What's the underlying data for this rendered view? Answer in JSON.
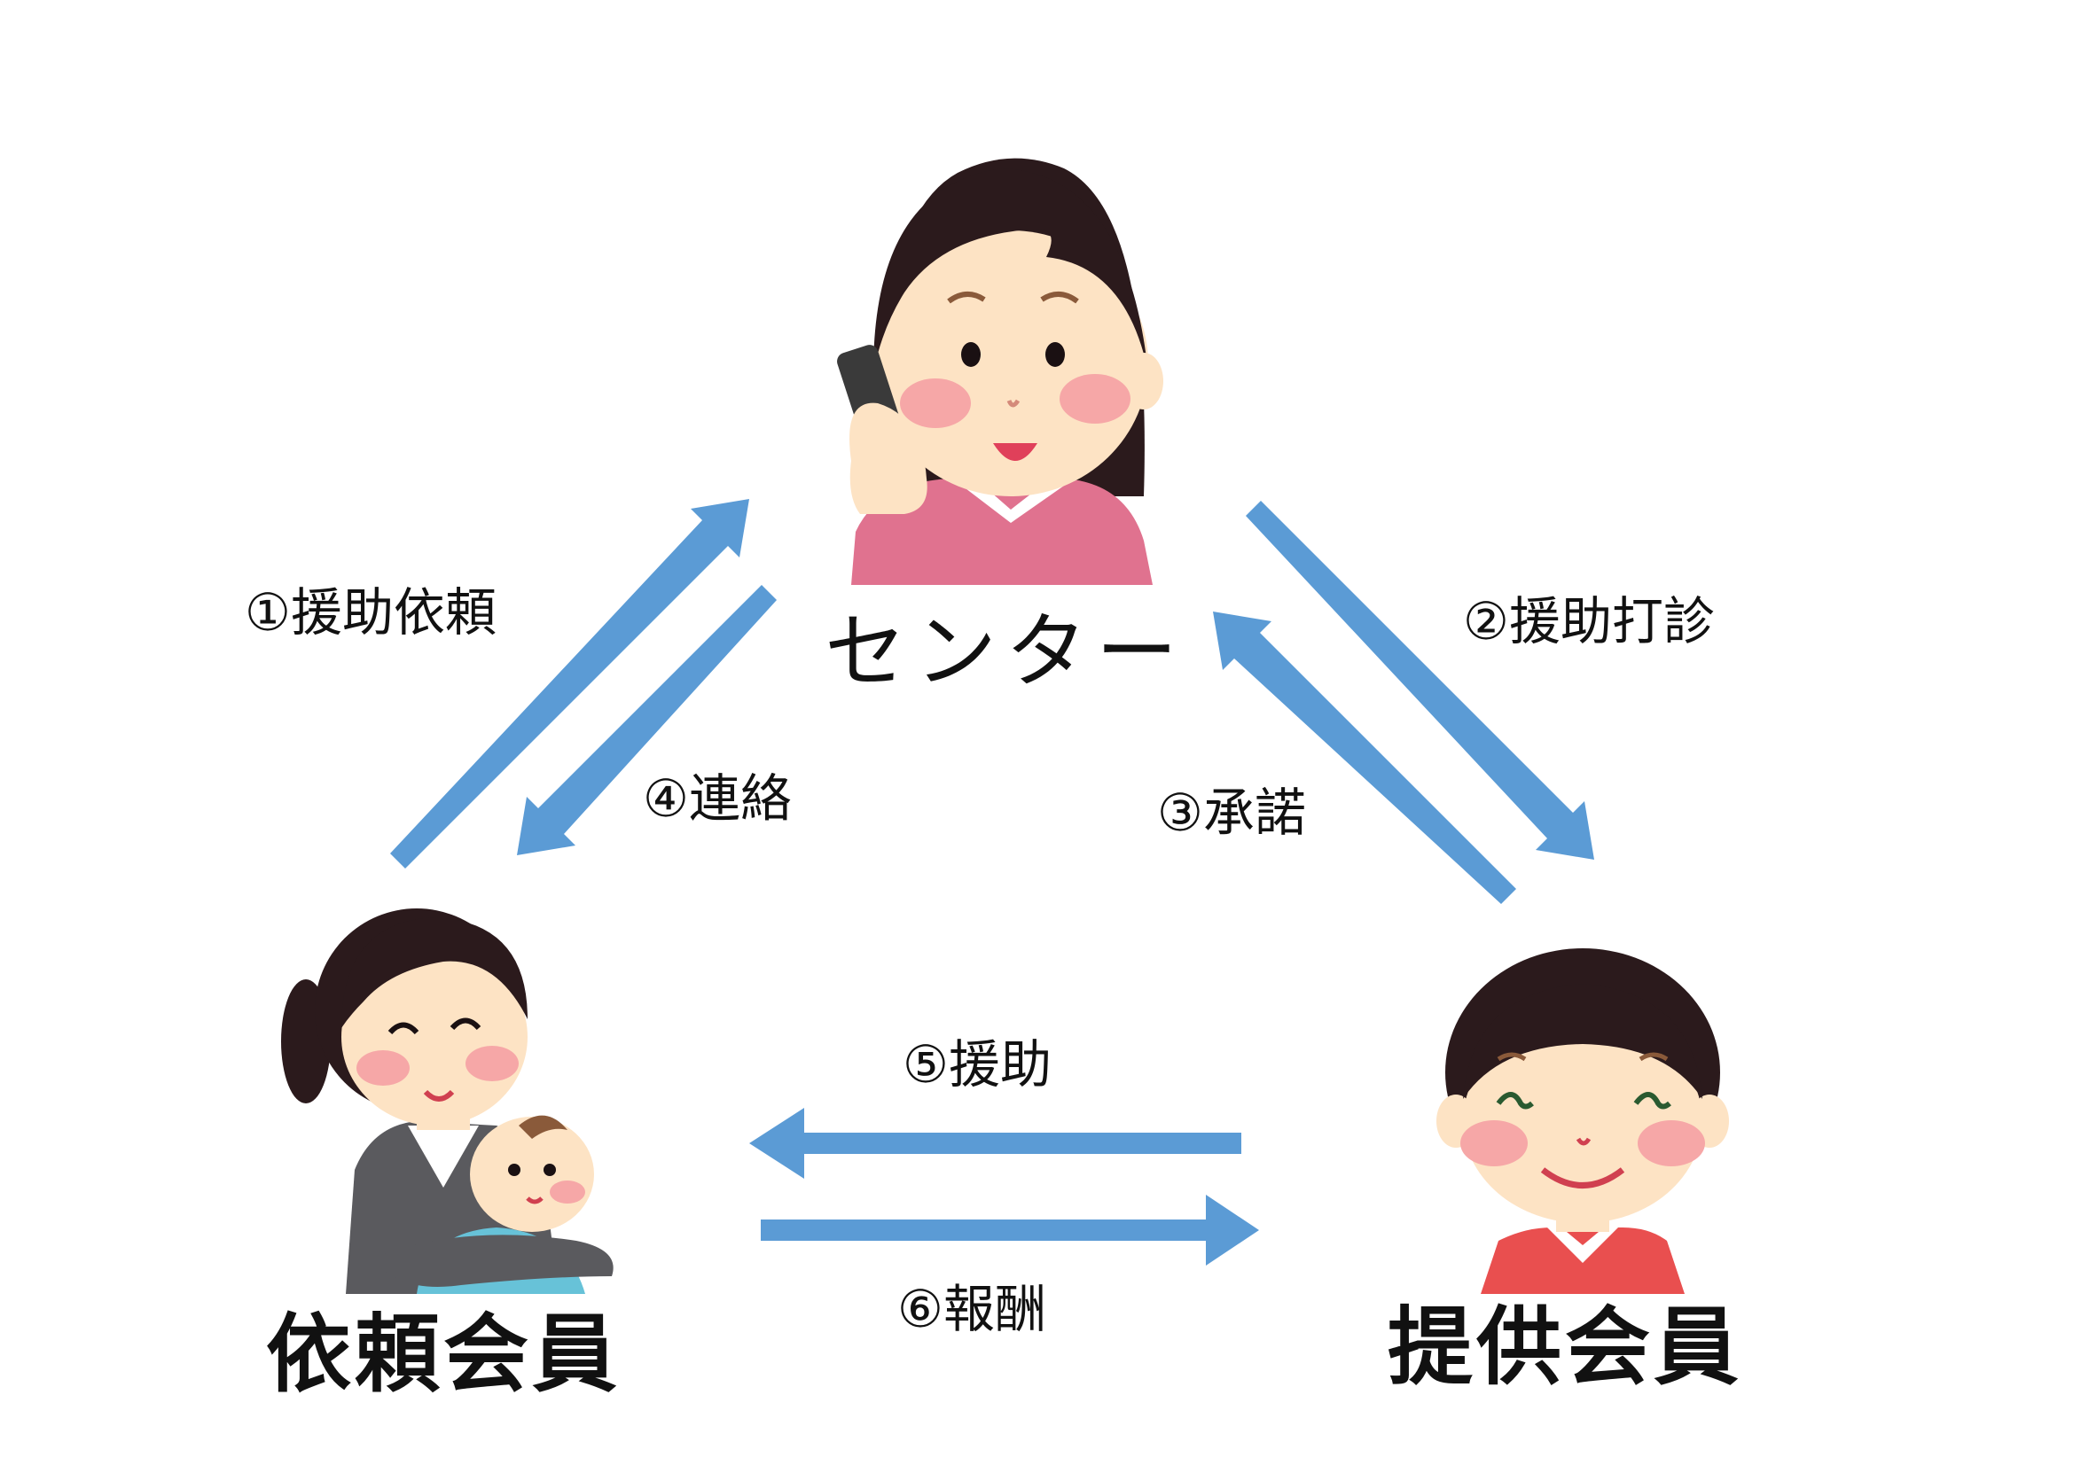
{
  "colors": {
    "arrow": "#5b9bd5",
    "hair": "#2b1a1c",
    "skin": "#fde3c4",
    "cheek": "#f6a7a7",
    "center_sweater": "#e0728f",
    "requester_suit": "#5a5a5e",
    "baby_clothes": "#67c2d8",
    "provider_top": "#e94f4f"
  },
  "icons": {
    "center_person": "woman-on-phone-icon",
    "requester_person": "mother-holding-baby-icon",
    "provider_person": "smiling-older-woman-icon"
  },
  "nodes": {
    "center": "センター",
    "requester": "依頼会員",
    "provider": "提供会員"
  },
  "steps": {
    "s1": "①援助依頼",
    "s2": "②援助打診",
    "s3": "③承諾",
    "s4": "④連絡",
    "s5": "⑤援助",
    "s6": "⑥報酬"
  }
}
